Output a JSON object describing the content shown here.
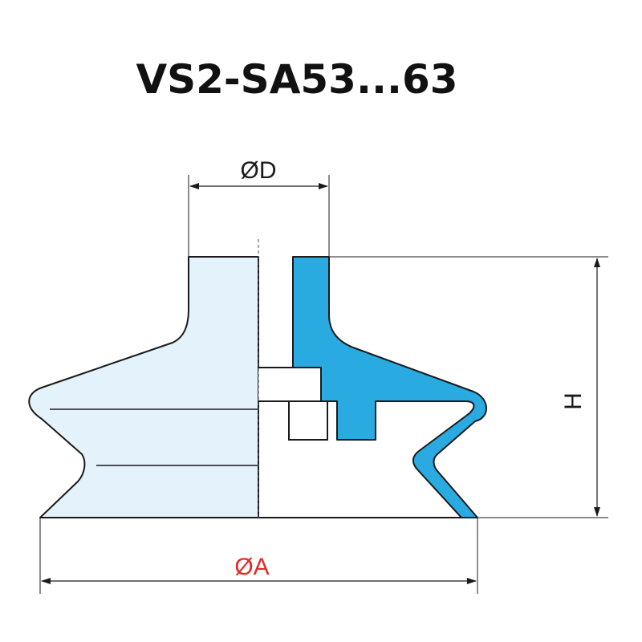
{
  "title": "VS2-SA53...63",
  "dimensions": {
    "top_diameter": "ØD",
    "base_diameter": "ØA",
    "height": "H"
  },
  "colors": {
    "section_fill": "#29aae1",
    "exterior_fill": "#e3f2fb",
    "outline": "#1a1a1a",
    "highlight_label": "#e32b2b",
    "label": "#1a1a1a"
  }
}
